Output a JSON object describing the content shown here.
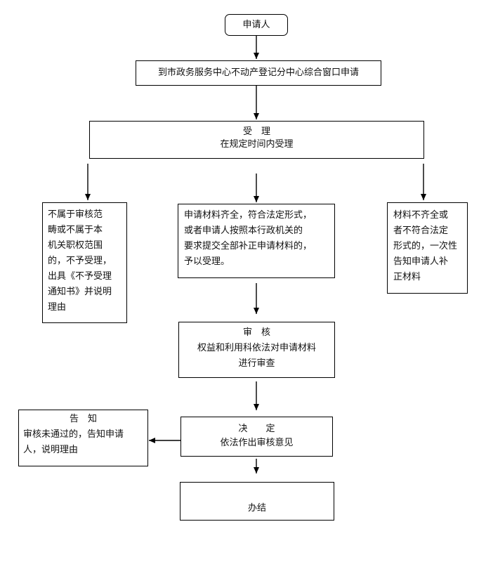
{
  "flowchart": {
    "start": "申请人",
    "apply": "到市政务服务中心不动产登记分中心综合窗口申请",
    "accept": {
      "title": "受　理",
      "subtitle": "在规定时间内受理"
    },
    "reject_lines": [
      "不属于审核范",
      "畴或不属于本",
      "机关职权范围",
      "的，不予受理，",
      "出具《不予受理",
      "通知书》并说明",
      "理由"
    ],
    "accept_lines": [
      "申请材料齐全，符合法定形式，",
      "或者申请人按照本行政机关的",
      "要求提交全部补正申请材料的，",
      "予以受理。"
    ],
    "supplement_lines": [
      "材料不齐全或",
      "者不符合法定",
      "形式的，一次性",
      "告知申请人补",
      "正材料"
    ],
    "review": {
      "title": "审　核",
      "line1": "权益和利用科依法对申请材料",
      "line2": "进行审查"
    },
    "decision": {
      "title": "决　　定",
      "subtitle": "依法作出审核意见"
    },
    "notify": {
      "title": "告　知",
      "line1": "审核未通过的，告知申请",
      "line2": "人，说明理由"
    },
    "end": "办结"
  }
}
